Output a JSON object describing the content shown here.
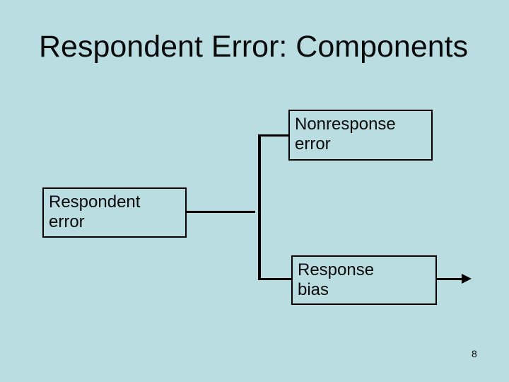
{
  "slide": {
    "title": "Respondent Error: Components",
    "page_number": "8",
    "background_color": "#b9dde1",
    "ink_color": "#000000"
  },
  "diagram": {
    "boxes": [
      {
        "id": "nonresponse-error",
        "lines": [
          "Nonresponse",
          "error"
        ]
      },
      {
        "id": "respondent-error",
        "lines": [
          "Respondent",
          "error"
        ]
      },
      {
        "id": "response-bias",
        "lines": [
          "Response",
          "bias"
        ]
      }
    ],
    "connectors": {
      "description": "Respondent error box connects right to a vertical trunk that branches to Nonresponse error and Response bias; Response bias has a right-pointing exit arrow."
    }
  }
}
